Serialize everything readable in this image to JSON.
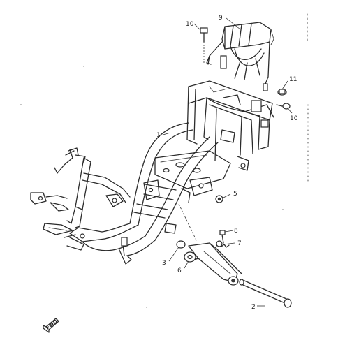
{
  "callouts": [
    {
      "id": "1",
      "label": "1"
    },
    {
      "id": "2",
      "label": "2"
    },
    {
      "id": "3",
      "label": "3"
    },
    {
      "id": "5",
      "label": "5"
    },
    {
      "id": "6",
      "label": "6"
    },
    {
      "id": "7",
      "label": "7"
    },
    {
      "id": "8",
      "label": "8"
    },
    {
      "id": "9",
      "label": "9"
    },
    {
      "id": "10a",
      "label": "10"
    },
    {
      "id": "10b",
      "label": "10"
    },
    {
      "id": "11",
      "label": "11"
    }
  ],
  "direction_marker": {
    "label": "FWD",
    "icon": "forward-arrow-icon"
  },
  "colors": {
    "line": "#2b2b2b",
    "background": "#ffffff"
  }
}
